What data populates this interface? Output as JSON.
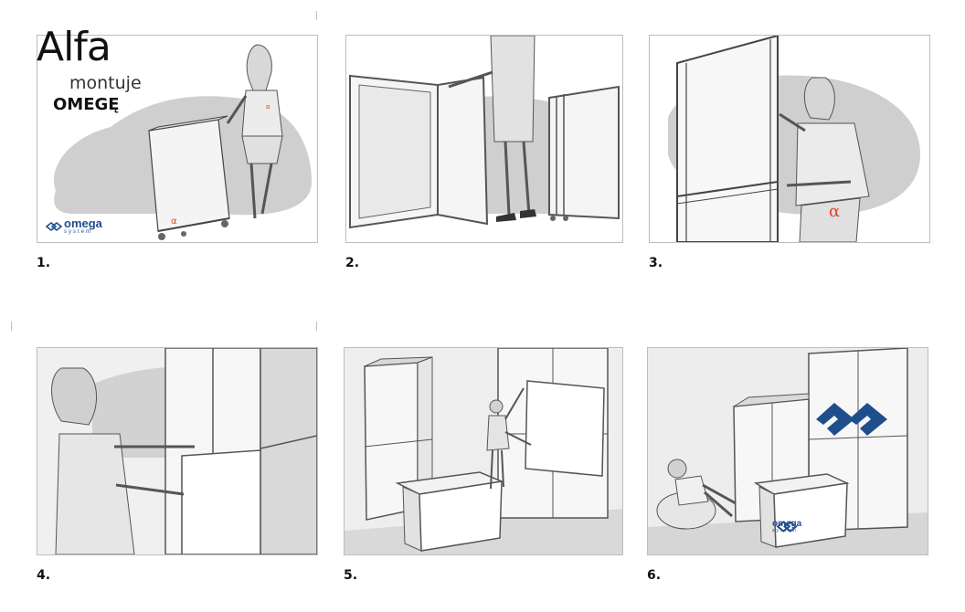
{
  "title": {
    "line1": "Alfa",
    "line2": "montuje",
    "line3": "OMEGĘ"
  },
  "logo": {
    "word": "omega",
    "sub": "system"
  },
  "panels": [
    {
      "number": "1."
    },
    {
      "number": "2."
    },
    {
      "number": "3."
    },
    {
      "number": "4."
    },
    {
      "number": "5."
    },
    {
      "number": "6."
    }
  ],
  "colors": {
    "brand_blue": "#1f4e8c",
    "accent_red": "#e0452c",
    "wash_gray": "#cfcfcf"
  },
  "icons": {
    "alpha_mark": "α"
  }
}
